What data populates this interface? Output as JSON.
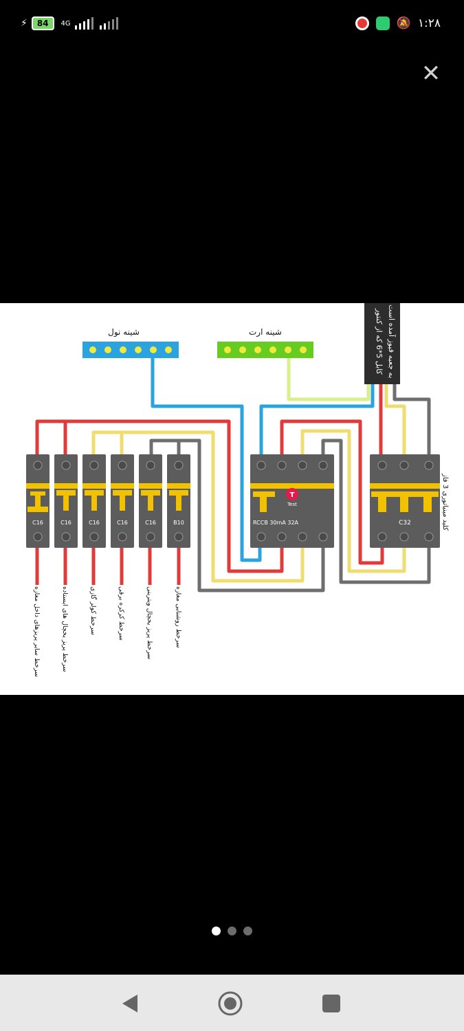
{
  "status_bar": {
    "battery": "84",
    "network": "4G",
    "time": "۱:۲۸"
  },
  "viewer": {
    "close_label": "✕",
    "pager": {
      "total": 3,
      "active": 0
    }
  },
  "diagram": {
    "neutral_bus_label": "شینه نول",
    "earth_bus_label": "شینه ارت",
    "cable_note_line1": "کابل 5*6 که از کنتور",
    "cable_note_line2": "به جعبه فیوز آمده است",
    "three_phase_label": "کلید مینیاتوری 3 فاز",
    "rccb_label": "RCCB 30mA   32A",
    "rccb_test": "T",
    "rccb_test_label": "Test",
    "c32_label": "C32",
    "breakers": [
      {
        "rating": "C16",
        "circuit": "سرخط سایر پریزهای داخل مغازه"
      },
      {
        "rating": "C16",
        "circuit": "سرخط پریز یخچال های ایستاده"
      },
      {
        "rating": "C16",
        "circuit": "سرخط کولر گازی"
      },
      {
        "rating": "C16",
        "circuit": "سرخط کرکره برقی"
      },
      {
        "rating": "C16",
        "circuit": "سرخط پریز یخچال ویترینی"
      },
      {
        "rating": "B10",
        "circuit": "سرخط روشنایی مغازه"
      }
    ]
  },
  "colors": {
    "neutral_bus": "#2aa3de",
    "earth_bus": "#66cc22",
    "phase_wire": "#e03a3a",
    "yellow_wire": "#f0dd70",
    "grey_wire": "#6e6e6e",
    "breaker_body": "#5c5c5c",
    "breaker_band": "#f2c200"
  }
}
